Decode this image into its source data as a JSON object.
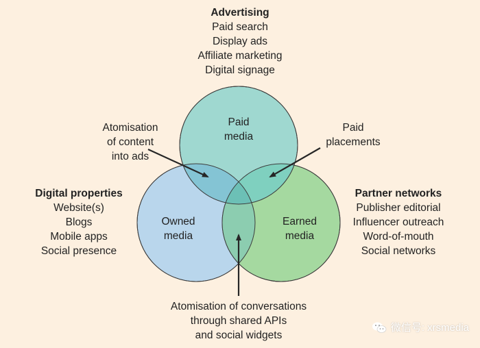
{
  "advertising": {
    "title": "Advertising",
    "items": [
      "Paid search",
      "Display ads",
      "Affiliate marketing",
      "Digital signage"
    ]
  },
  "digital_properties": {
    "title": "Digital properties",
    "items": [
      "Website(s)",
      "Blogs",
      "Mobile apps",
      "Social presence"
    ]
  },
  "partner_networks": {
    "title": "Partner networks",
    "items": [
      "Publisher editorial",
      "Influencer outreach",
      "Word-of-mouth",
      "Social networks"
    ]
  },
  "circles": {
    "paid": {
      "lines": [
        "Paid",
        "media"
      ],
      "color": "#9fd8d0"
    },
    "owned": {
      "lines": [
        "Owned",
        "media"
      ],
      "color": "#b9d6ec"
    },
    "earned": {
      "lines": [
        "Earned",
        "media"
      ],
      "color": "#a5d9a0"
    }
  },
  "annotations": {
    "atomisation_content": [
      "Atomisation",
      "of content",
      "into ads"
    ],
    "paid_placements": [
      "Paid",
      "placements"
    ],
    "conversations": [
      "Atomisation of conversations",
      "through shared APIs",
      "and social widgets"
    ]
  },
  "watermark": {
    "text": "微信号: xrsmedia",
    "icon": "wechat-icon"
  },
  "colors": {
    "background": "#fdf0e0",
    "outline": "#3c3c3c",
    "arrow": "#262626"
  }
}
